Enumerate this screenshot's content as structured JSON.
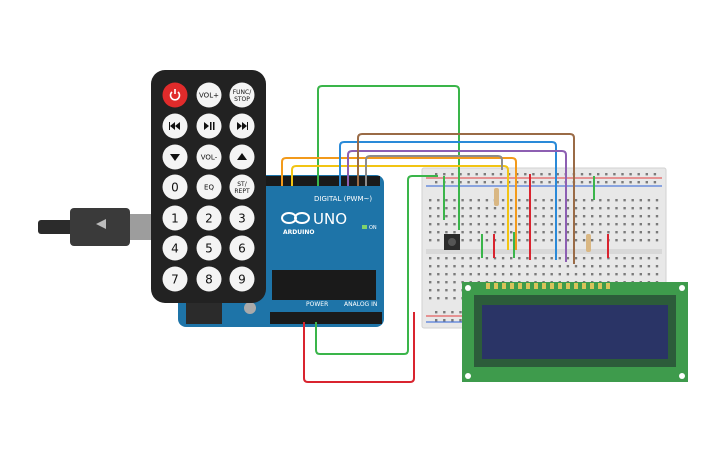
{
  "colors": {
    "canvas_bg": "#ffffff",
    "arduino_board": "#1e74a8",
    "breadboard": "#e8e8e8",
    "lcd_frame": "#3e9b4c",
    "lcd_screen": "#2a3466",
    "remote_body": "#222222",
    "power_button": "#e12b2b",
    "wire_green": "#3ab54a",
    "wire_red": "#d9242f",
    "wire_orange": "#f29a1b",
    "wire_yellow": "#f2c413",
    "wire_blue": "#2a8ad8",
    "wire_purple": "#8d5fb2",
    "wire_brown": "#9a6b46",
    "wire_gray": "#8c8c8c"
  },
  "remote": {
    "buttons": [
      {
        "id": "power",
        "label": "",
        "icon": "power-icon"
      },
      {
        "id": "vol-up",
        "label": "VOL+"
      },
      {
        "id": "func-stop",
        "label": "FUNC/",
        "label2": "STOP"
      },
      {
        "id": "prev",
        "label": "",
        "icon": "rewind-icon"
      },
      {
        "id": "play-pause",
        "label": "",
        "icon": "play-pause-icon"
      },
      {
        "id": "next",
        "label": "",
        "icon": "fast-forward-icon"
      },
      {
        "id": "down",
        "label": "",
        "icon": "arrow-down-icon"
      },
      {
        "id": "vol-down",
        "label": "VOL-"
      },
      {
        "id": "up",
        "label": "",
        "icon": "arrow-up-icon"
      },
      {
        "id": "zero",
        "label": "0"
      },
      {
        "id": "eq",
        "label": "EQ"
      },
      {
        "id": "st-rept",
        "label": "ST/",
        "label2": "REPT"
      },
      {
        "id": "one",
        "label": "1"
      },
      {
        "id": "two",
        "label": "2"
      },
      {
        "id": "three",
        "label": "3"
      },
      {
        "id": "four",
        "label": "4"
      },
      {
        "id": "five",
        "label": "5"
      },
      {
        "id": "six",
        "label": "6"
      },
      {
        "id": "seven",
        "label": "7"
      },
      {
        "id": "eight",
        "label": "8"
      },
      {
        "id": "nine",
        "label": "9"
      }
    ]
  },
  "arduino": {
    "model_label": "UNO",
    "brand_label": "ARDUINO",
    "digital_label": "DIGITAL (PWM~)",
    "power_label": "POWER",
    "analog_label": "ANALOG IN",
    "on_label": "ON"
  }
}
